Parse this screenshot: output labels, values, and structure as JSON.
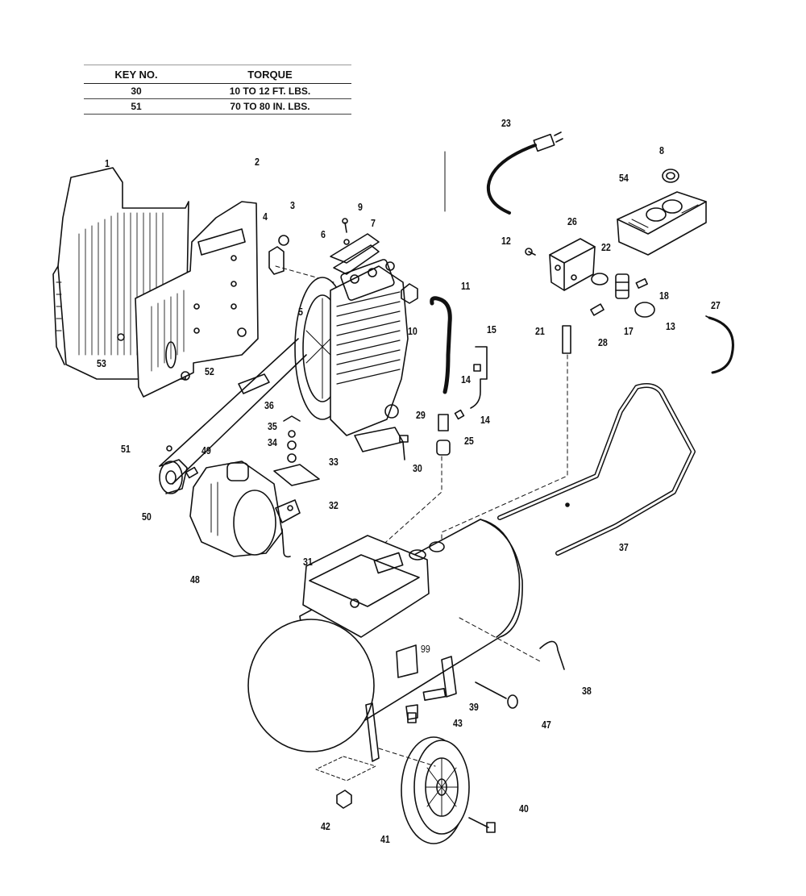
{
  "torque_table": {
    "headers": [
      "KEY NO.",
      "TORQUE"
    ],
    "rows": [
      {
        "key": "30",
        "torque": "10 TO 12 FT. LBS."
      },
      {
        "key": "51",
        "torque": "70 TO 80 IN. LBS."
      }
    ]
  },
  "callouts": [
    "1",
    "2",
    "3",
    "4",
    "5",
    "6",
    "7",
    "8",
    "9",
    "10",
    "11",
    "12",
    "13",
    "14",
    "14",
    "15",
    "17",
    "18",
    "21",
    "22",
    "23",
    "25",
    "26",
    "27",
    "28",
    "29",
    "30",
    "31",
    "32",
    "33",
    "34",
    "35",
    "36",
    "37",
    "38",
    "39",
    "40",
    "41",
    "42",
    "43",
    "47",
    "48",
    "49",
    "50",
    "51",
    "52",
    "53",
    "54",
    "99"
  ]
}
